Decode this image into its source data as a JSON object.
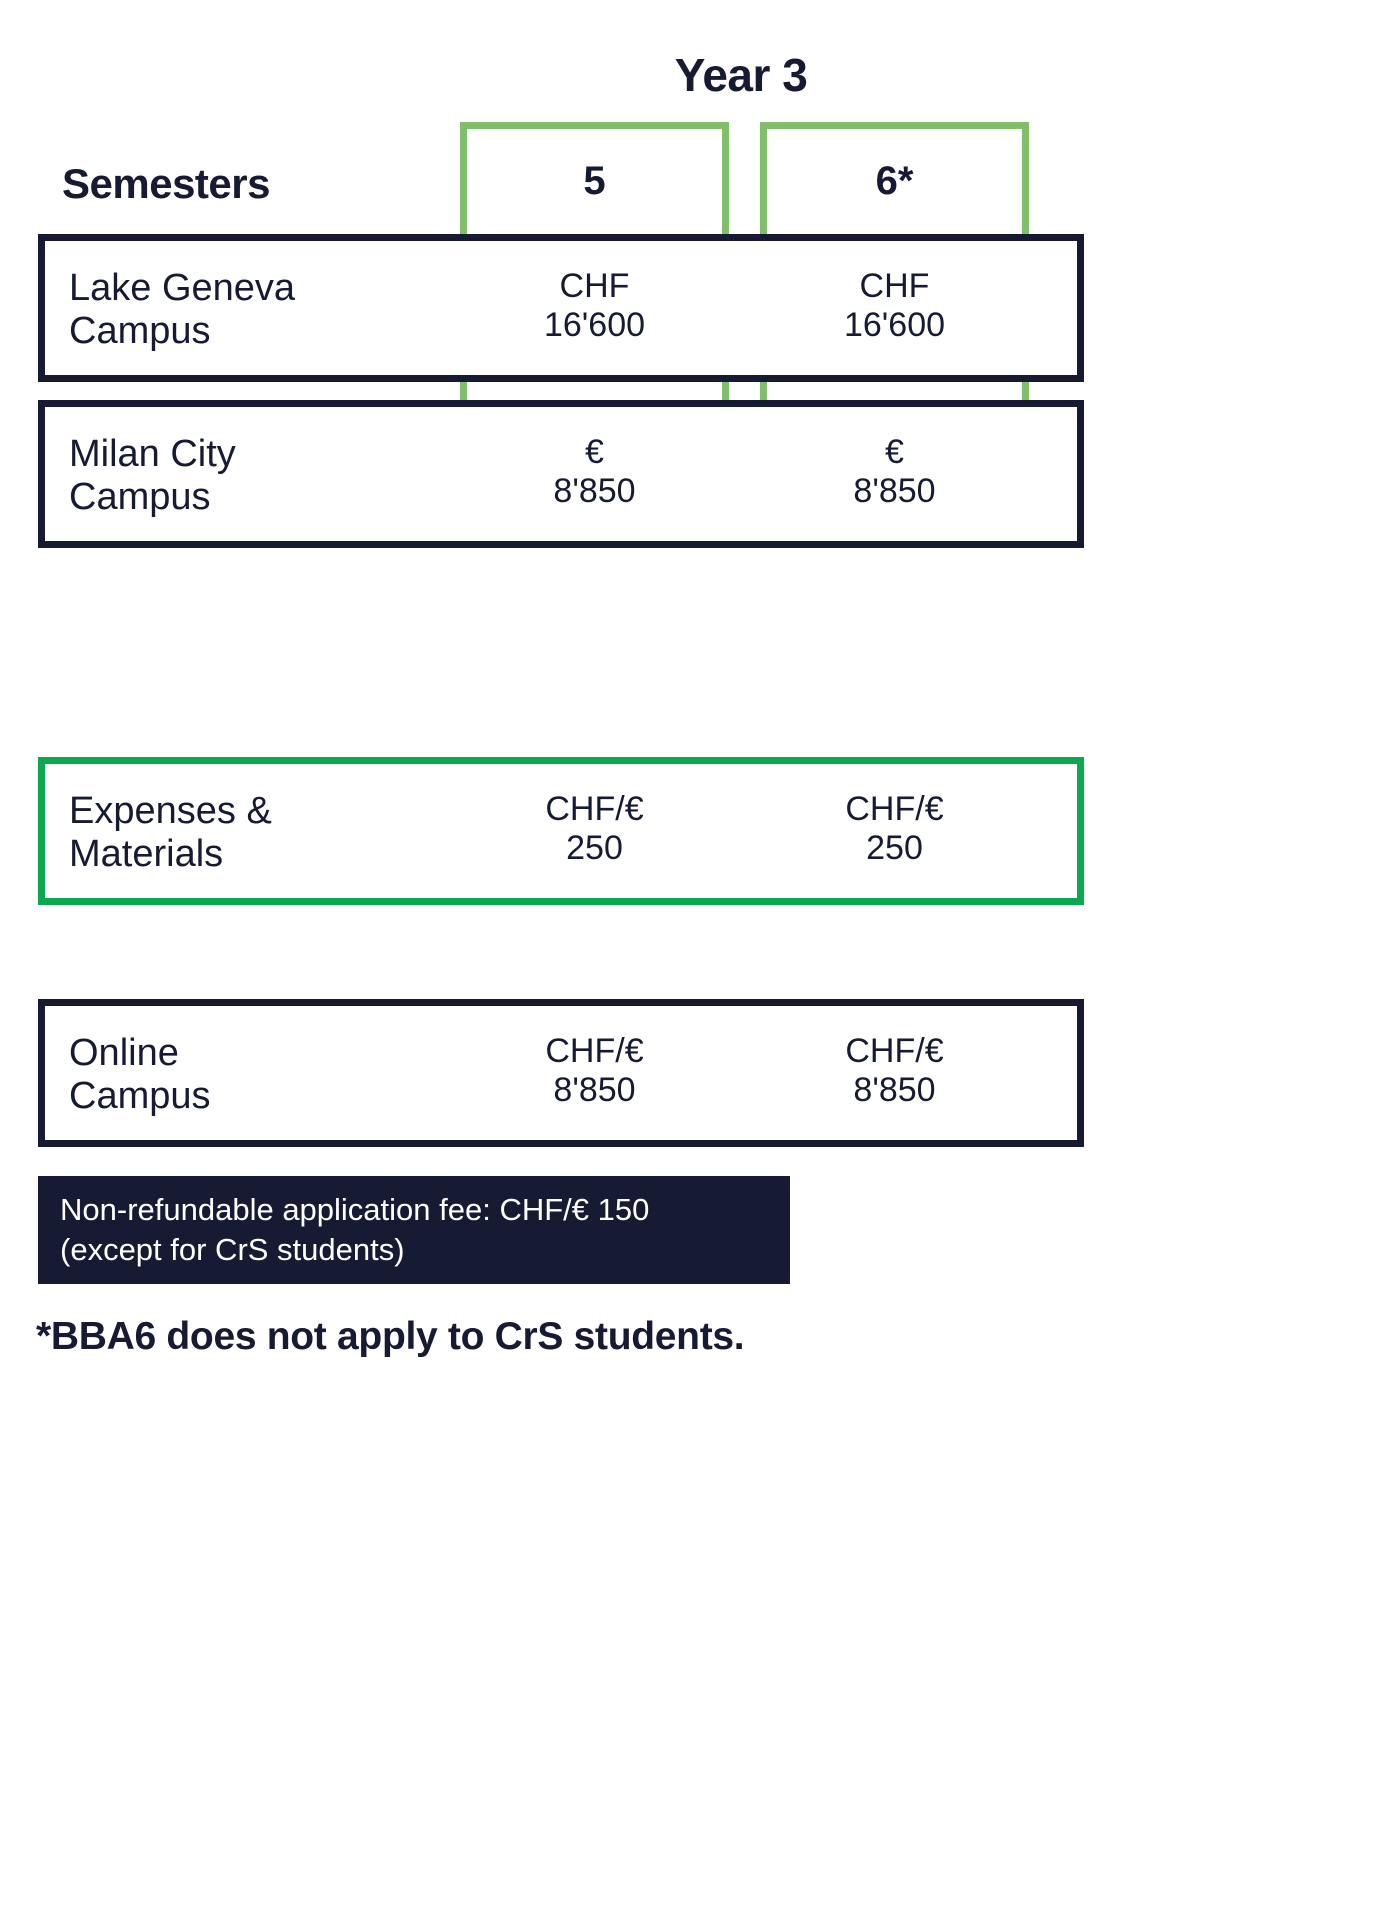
{
  "header": {
    "year_title": "Year 3",
    "semesters_label": "Semesters",
    "semester_columns": [
      "5",
      "6*"
    ]
  },
  "colors": {
    "ink": "#161B33",
    "rail_green": "#7FBF6A",
    "accent_green": "#0CA84D",
    "badge_bg": "#161B33",
    "page_bg": "#FFFFFF"
  },
  "table": {
    "columns": [
      "5",
      "6*"
    ],
    "rows": [
      {
        "label": "Lake Geneva\nCampus",
        "style": "dark",
        "cells": [
          "CHF\n16'600",
          "CHF\n16'600"
        ],
        "currency": "CHF",
        "values": [
          "16'600",
          "16'600"
        ]
      },
      {
        "label": "Milan City\nCampus",
        "style": "dark",
        "cells": [
          "€\n8'850",
          "€\n8'850"
        ],
        "currency": "€",
        "values": [
          "8'850",
          "8'850"
        ]
      },
      {
        "label": "Expenses &\nMaterials",
        "style": "green",
        "cells": [
          "CHF/€\n250",
          "CHF/€\n250"
        ],
        "currency": "CHF/€",
        "values": [
          "250",
          "250"
        ]
      },
      {
        "label": "Online\nCampus",
        "style": "dark",
        "cells": [
          "CHF/€\n8'850",
          "CHF/€\n8'850"
        ],
        "currency": "CHF/€",
        "values": [
          "8'850",
          "8'850"
        ]
      }
    ]
  },
  "fee_badge": {
    "text": "Non-refundable application fee: CHF/€ 150\n(except for CrS students)"
  },
  "footnote": {
    "text": "*BBA6 does not apply to CrS students."
  }
}
